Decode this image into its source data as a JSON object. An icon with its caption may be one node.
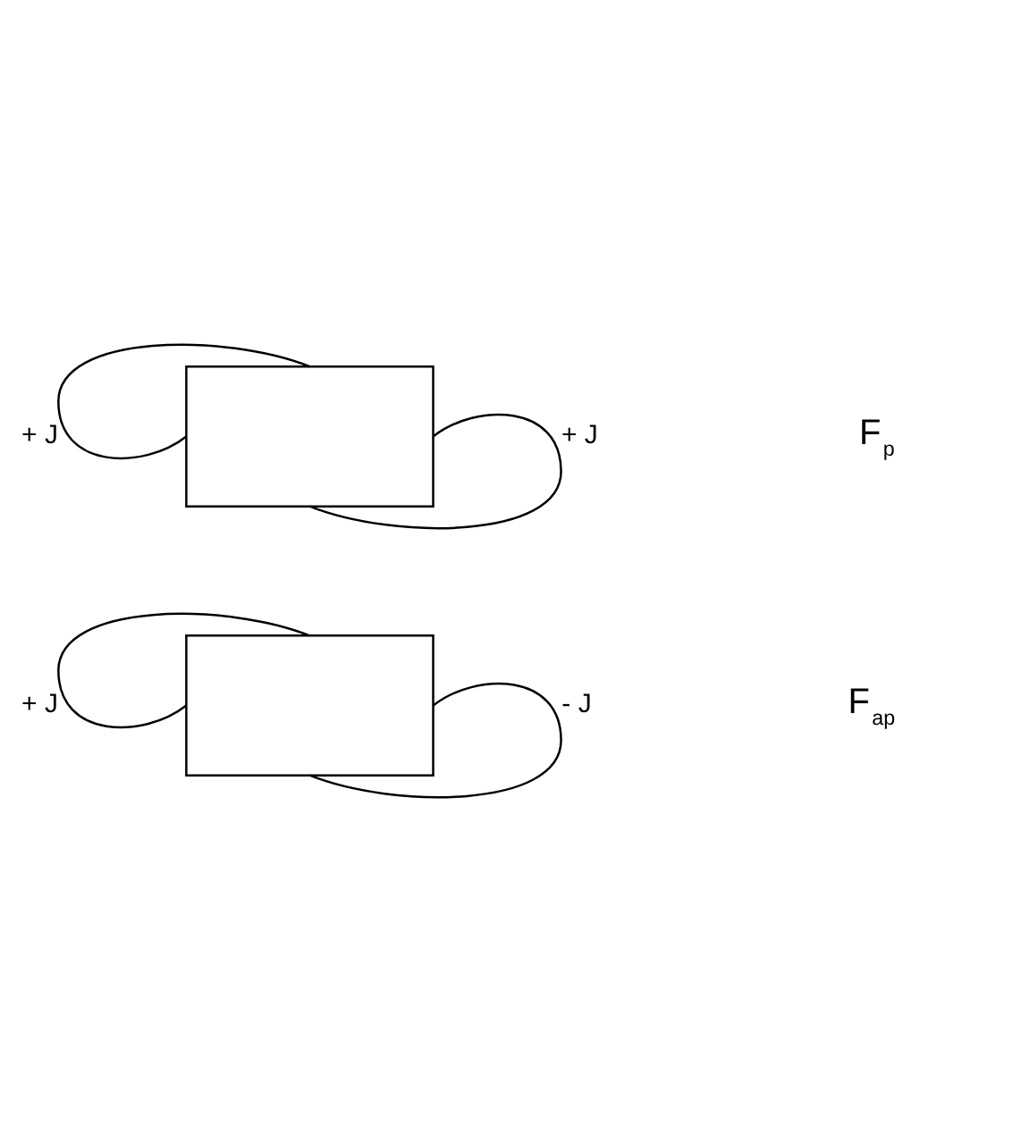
{
  "diagram": {
    "nodes": [
      {
        "text": [],
        "shape": "box"
      },
      {
        "text": [],
        "shape": "box"
      }
    ],
    "edges": [
      {
        "from": 0,
        "to": 0,
        "arrow": "none",
        "label": "+ J"
      },
      {
        "from": 0,
        "to": 0,
        "arrow": "none",
        "label": "+ J"
      },
      {
        "from": 1,
        "to": 1,
        "arrow": "none",
        "label": "+ J"
      },
      {
        "from": 1,
        "to": 1,
        "arrow": "none",
        "label": "- J"
      }
    ],
    "labels": [
      "F$_{p}$",
      "F$_{ap}$"
    ]
  }
}
